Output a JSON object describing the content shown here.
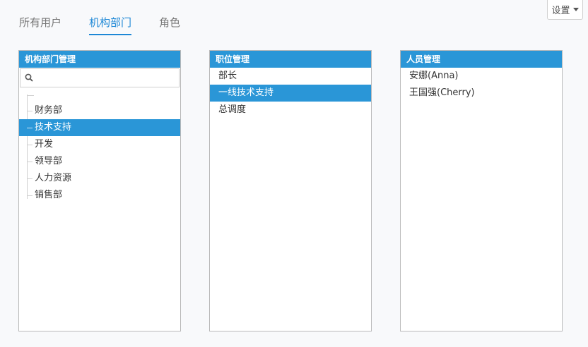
{
  "tabs": [
    {
      "label": "所有用户"
    },
    {
      "label": "机构部门"
    },
    {
      "label": "角色"
    }
  ],
  "settings": {
    "label": "设置"
  },
  "org_panel": {
    "title": "机构部门管理",
    "search_placeholder": "",
    "items": [
      {
        "label": "财务部"
      },
      {
        "label": "技术支持"
      },
      {
        "label": "开发"
      },
      {
        "label": "领导部"
      },
      {
        "label": "人力资源"
      },
      {
        "label": "销售部"
      }
    ]
  },
  "position_panel": {
    "title": "职位管理",
    "items": [
      {
        "label": "部长"
      },
      {
        "label": "一线技术支持"
      },
      {
        "label": "总调度"
      }
    ]
  },
  "people_panel": {
    "title": "人员管理",
    "items": [
      {
        "label": "安娜(Anna)"
      },
      {
        "label": "王国强(Cherry)"
      }
    ]
  },
  "colors": {
    "accent": "#2a96d7",
    "tab_active": "#1e88d6"
  },
  "icons": {
    "search": "search-icon",
    "caret": "caret-down-icon"
  }
}
